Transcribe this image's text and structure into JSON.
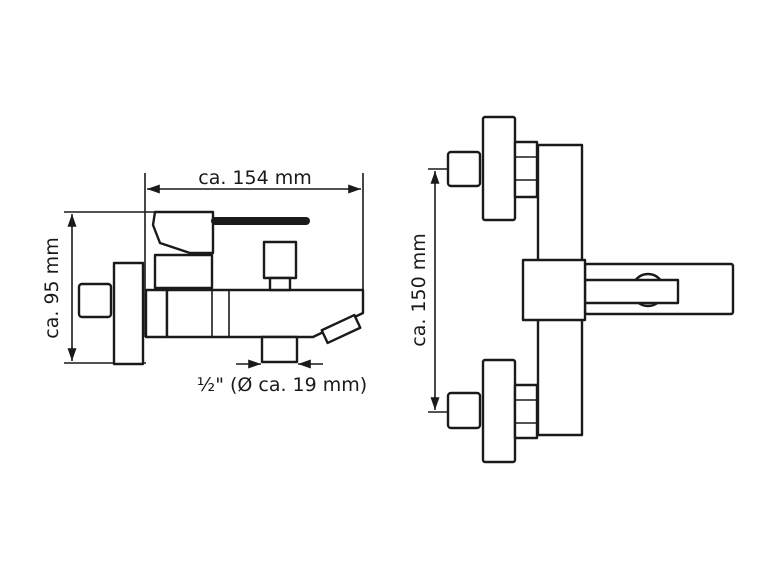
{
  "side_view": {
    "width_label": "ca. 154 mm",
    "height_label": "ca. 95 mm",
    "connection_label": "½\" (Ø ca. 19 mm)"
  },
  "front_view": {
    "spacing_label": "ca. 150 mm"
  },
  "colors": {
    "line": "#1a1a1a",
    "background": "#ffffff"
  }
}
